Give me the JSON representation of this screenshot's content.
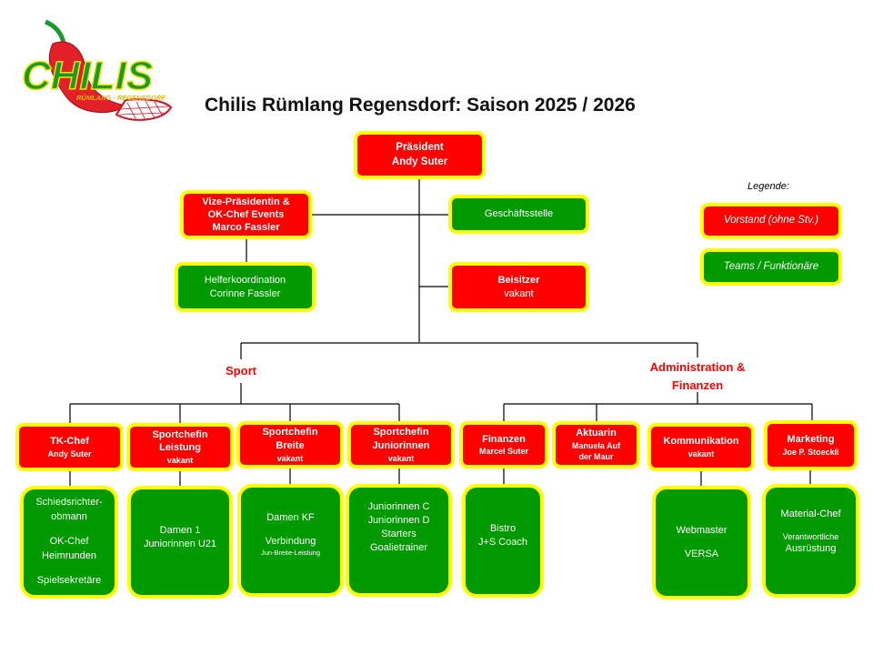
{
  "logo": {
    "brand": "CHILIS",
    "subtitle": "RÜMLANG - REGENSDORF",
    "icon": "chili-pepper-floorball-stick-icon"
  },
  "title": "Chilis Rümlang Regensdorf: Saison 2025 / 2026",
  "colors": {
    "vorstand": "#ff0000",
    "teams": "#009900",
    "border": "#ffff00",
    "section_label": "#ff0000"
  },
  "legend": {
    "title": "Legende:",
    "items": [
      {
        "label": "Vorstand (ohne Stv.)",
        "type": "vorstand"
      },
      {
        "label": "Teams / Funktionäre",
        "type": "teams"
      }
    ]
  },
  "top": {
    "president": {
      "role": "Präsident",
      "name": "Andy Suter"
    },
    "vice": {
      "role_line1": "Vize-Präsidentin &",
      "role_line2": "OK-Chef Events",
      "name": "Marco Fassler"
    },
    "helfer": {
      "role": "Helferkoordination",
      "name": "Corinne Fassler"
    },
    "geschaeftsstelle": {
      "label": "Geschäftsstelle"
    },
    "beisitzer": {
      "role": "Beisitzer",
      "name": "vakant"
    }
  },
  "sections": {
    "sport": "Sport",
    "admin_line1": "Administration &",
    "admin_line2": "Finanzen"
  },
  "sport": [
    {
      "role": "TK-Chef",
      "name": "Andy Suter",
      "team_lines": [
        "Schiedsrichter-",
        "obmann",
        "",
        "OK-Chef",
        "Heimrunden",
        "",
        "Spielsekretäre"
      ]
    },
    {
      "role": "Sportchefin",
      "role2": "Leistung",
      "name": "vakant",
      "team_lines": [
        "Damen 1",
        "Juniorinnen U21"
      ]
    },
    {
      "role": "Sportchefin",
      "role2": "Breite",
      "name": "vakant",
      "team_lines": [
        "Damen KF",
        "",
        "Verbindung"
      ],
      "team_small": "Jun-Breite-Leistung"
    },
    {
      "role": "Sportchefin",
      "role2": "Juniorinnen",
      "name": "vakant",
      "team_lines": [
        "Juniorinnen C",
        "Juniorinnen D",
        "Starters",
        "Goalietrainer"
      ]
    }
  ],
  "admin": [
    {
      "role": "Finanzen",
      "name": "Marcel Suter",
      "team_lines": [
        "Bistro",
        "J+S Coach"
      ]
    },
    {
      "role": "Aktuarin",
      "name": "Manuela Auf",
      "name2": "der Maur"
    },
    {
      "role": "Kommunikation",
      "name": "vakant",
      "team_lines": [
        "Webmaster",
        "",
        "VERSA"
      ]
    },
    {
      "role": "Marketing",
      "name": "Joe P. Stoeckli",
      "team_lines": [
        "Material-Chef",
        ""
      ],
      "team_small": "Verantwortliche",
      "team_last": "Ausrüstung"
    }
  ]
}
